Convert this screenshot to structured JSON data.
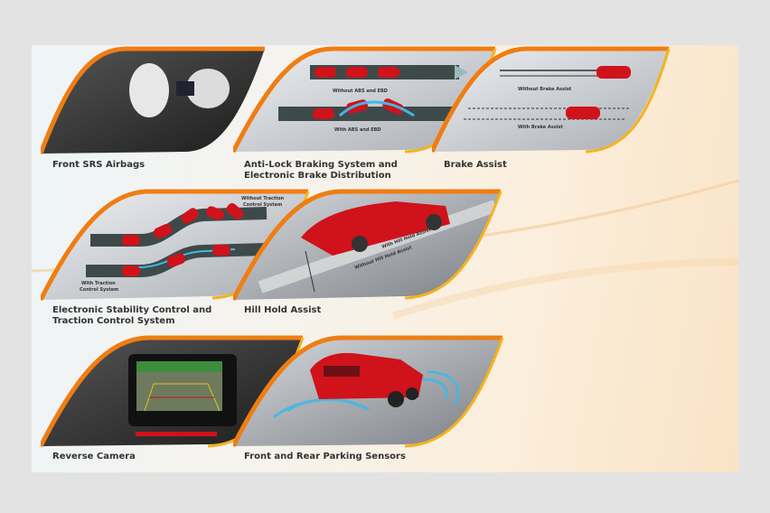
{
  "features": [
    {
      "label": "Front SRS Airbags"
    },
    {
      "label_line1": "Anti-Lock Braking System and",
      "label_line2": "Electronic Brake Distribution",
      "captions": {
        "top": "Without ABS and EBD",
        "bottom": "With ABS and EBD"
      }
    },
    {
      "label": "Brake Assist",
      "captions": {
        "top": "Without Brake Assist",
        "bottom": "With Brake Assist"
      }
    },
    {
      "label_line1": "Electronic Stability Control and",
      "label_line2": "Traction Control System",
      "captions": {
        "top_line1": "Without Traction",
        "top_line2": "Control System",
        "bottom_line1": "With Traction",
        "bottom_line2": "Control System"
      }
    },
    {
      "label": "Hill Hold Assist",
      "captions": {
        "top": "With Hill Hold Assist",
        "bottom": "Without Hill Hold Assist"
      }
    },
    {
      "label": "Reverse Camera"
    },
    {
      "label": "Front and Rear Parking Sensors"
    }
  ],
  "colors": {
    "accent_orange": "#f07d12",
    "accent_yellow": "#f6b21b",
    "car_red": "#d0121b",
    "sensor_blue": "#3fb8e6",
    "label": "#333333"
  }
}
